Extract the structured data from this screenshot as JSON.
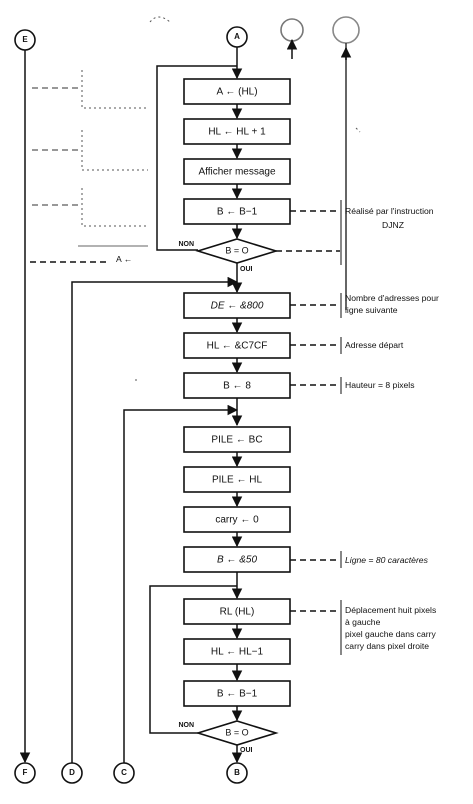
{
  "connectors": {
    "top": [
      "A",
      "E"
    ],
    "bottom": [
      "F",
      "D",
      "C",
      "B"
    ],
    "left_top": "E"
  },
  "boxes": {
    "b1": "A ← (HL)",
    "b2": "HL ← HL + 1",
    "b3": "Afficher message",
    "b4": "B ← B−1",
    "b5": "DE ← &800",
    "b6": "HL ← &C7CF",
    "b7": "B ← 8",
    "b8": "PILE ← BC",
    "b9": "PILE ← HL",
    "b10": "carry ← 0",
    "b11": "B ← &50",
    "b12": "RL (HL)",
    "b13": "HL ← HL−1",
    "b14": "B ← B−1"
  },
  "decisions": {
    "d1": {
      "cond": "B = O",
      "no": "NON",
      "yes": "OUI"
    },
    "d2": {
      "cond": "B = O",
      "no": "NON",
      "yes": "OUI"
    }
  },
  "side_label": "A ←",
  "notes": {
    "djnz1": "Réalisé par l'instruction",
    "djnz2": "DJNZ",
    "de1": "Nombre d'adresses pour",
    "de2": "ligne suivante",
    "hl": "Adresse départ",
    "height": "Hauteur = 8 pixels",
    "line": "Ligne = 80 caractères",
    "shift1": "Déplacement huit pixels",
    "shift2": "à gauche",
    "shift3": "pixel gauche dans carry",
    "shift4": "carry dans pixel droite"
  }
}
